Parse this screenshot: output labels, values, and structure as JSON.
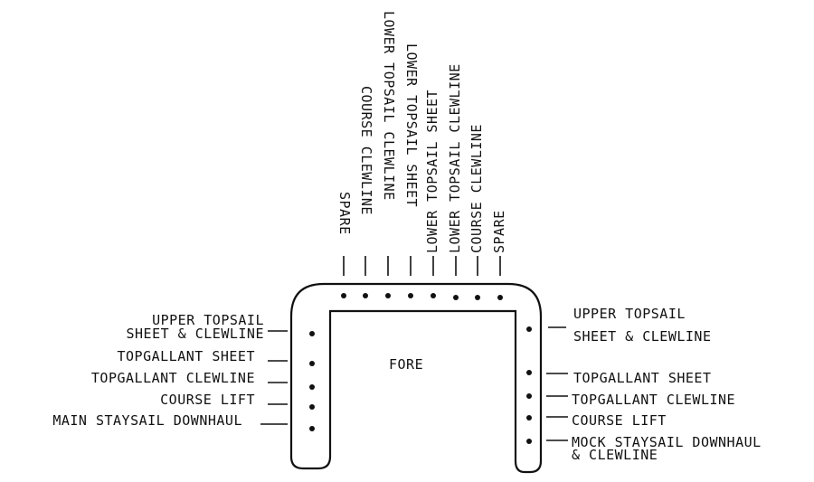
{
  "diagram": {
    "center_label": "FORE",
    "top_labels": [
      "SPARE",
      "COURSE CLEWLINE",
      "LOWER TOPSAIL CLEWLINE",
      "LOWER TOPSAIL SHEET",
      "LOWER TOPSAIL SHEET",
      "LOWER TOPSAIL CLEWLINE",
      "COURSE CLEWLINE",
      "SPARE"
    ],
    "left_labels": [
      {
        "line1": "UPPER TOPSAIL",
        "line2": "SHEET & CLEWLINE"
      },
      {
        "line1": "TOPGALLANT SHEET"
      },
      {
        "line1": "TOPGALLANT CLEWLINE"
      },
      {
        "line1": "COURSE LIFT"
      },
      {
        "line1": "MAIN STAYSAIL DOWNHAUL"
      }
    ],
    "right_labels": [
      {
        "line1": "UPPER TOPSAIL",
        "line2": "SHEET & CLEWLINE"
      },
      {
        "line1": "TOPGALLANT SHEET"
      },
      {
        "line1": "TOPGALLANT CLEWLINE"
      },
      {
        "line1": "COURSE LIFT"
      },
      {
        "line1": "MOCK STAYSAIL DOWNHAUL",
        "line2": "& CLEWLINE"
      }
    ]
  }
}
